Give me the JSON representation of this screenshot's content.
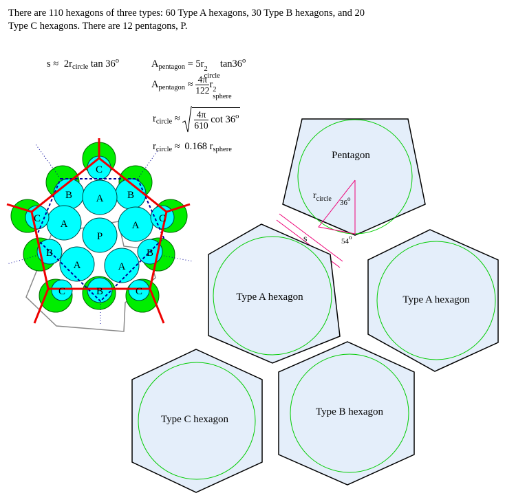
{
  "intro": "There are 110 hexagons of three types:  60 Type A hexagons, 30 Type B hexagons, and 20 Type C hexagons.  There are 12 pentagons, P.",
  "formulas": {
    "s_lhs": "s",
    "approx": "≈",
    "s_coef": "2r",
    "circle_sub": "circle",
    "tan36": "tan 36",
    "deg": "o",
    "a_pent": "A",
    "pentagon_sub": "pentagon",
    "eq": "=",
    "five_r": "5r",
    "sq": "2",
    "tan36b": "tan36",
    "frac_num": "4π",
    "frac_den": "122",
    "r_letter": "r",
    "sphere_sub": "sphere",
    "rad_num": "4π",
    "rad_den": "610",
    "cot36": "cot 36",
    "r_value": "0.168 r"
  },
  "cluster_labels": {
    "A": "A",
    "B": "B",
    "C": "C",
    "P": "P"
  },
  "shapes": {
    "pentagon": "Pentagon",
    "type_a_1": "Type A hexagon",
    "type_a_2": "Type A hexagon",
    "type_c": "Type C hexagon",
    "type_b": "Type B hexagon"
  },
  "annotations": {
    "r_circle": "r",
    "circle_sub": "circle",
    "angle36": "36",
    "angle54": "54",
    "deg": "o",
    "s": "s"
  },
  "colors": {
    "hex_fill": "#e4eefa",
    "inscribed_circle": "#00cc00",
    "cyan": "#00ffff",
    "green": "#00ee00",
    "red": "#ee0000",
    "navy": "#000099",
    "magenta": "#ee0077",
    "gray": "#888888"
  }
}
